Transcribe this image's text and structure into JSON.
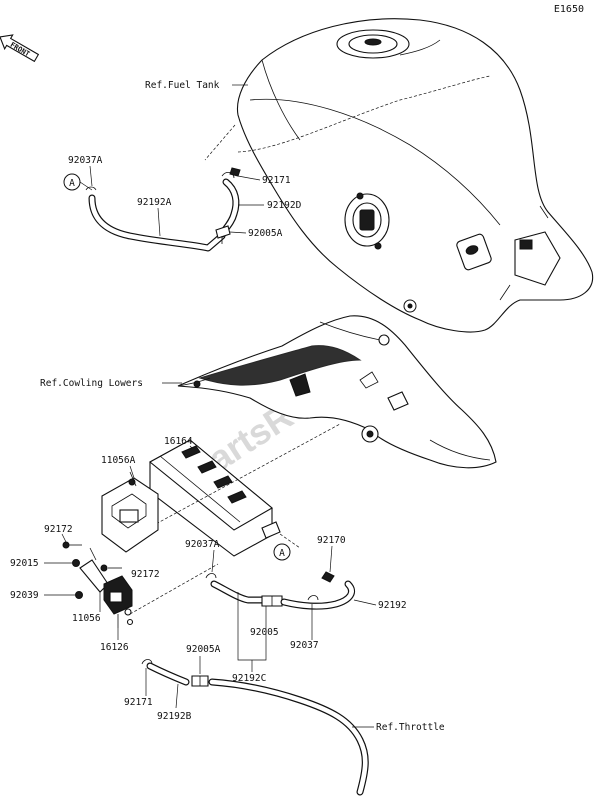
{
  "diagram_code": "E1650",
  "front_arrow": "FRONT",
  "watermark": "PartsRepublik",
  "circle_marker": "A",
  "refs": {
    "fuel_tank": "Ref.Fuel Tank",
    "cowling_lowers": "Ref.Cowling Lowers",
    "throttle": "Ref.Throttle"
  },
  "part_numbers": {
    "p92037A_top": "92037A",
    "p92192A": "92192A",
    "p92171_top": "92171",
    "p92192D": "92192D",
    "p92005A_top": "92005A",
    "p16164": "16164",
    "p11056A": "11056A",
    "p92172_a": "92172",
    "p92015": "92015",
    "p92172_b": "92172",
    "p92039": "92039",
    "p11056": "11056",
    "p16126": "16126",
    "p92037A_mid": "92037A",
    "p92170": "92170",
    "p92192": "92192",
    "p92005": "92005",
    "p92037": "92037",
    "p92005A_bot": "92005A",
    "p92192C": "92192C",
    "p92171_bot": "92171",
    "p92192B": "92192B"
  }
}
